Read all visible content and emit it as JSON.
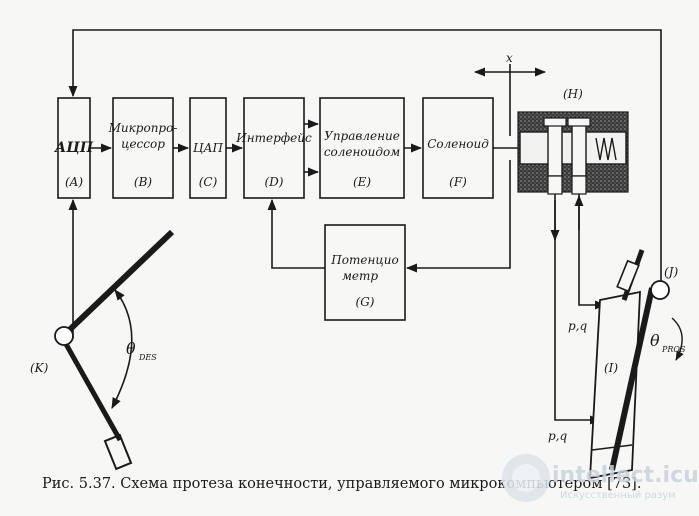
{
  "figure": {
    "caption": "Рис. 5.37. Схема протеза конечности, управляемого микрокомпьютером [73].",
    "blocks": {
      "adc": {
        "line1": "АЦП",
        "tag": "(A)"
      },
      "cpu": {
        "line1": "Микропро-",
        "line2": "цессор",
        "tag": "(B)"
      },
      "dac": {
        "line1": "ЦАП",
        "tag": "(C)"
      },
      "iface": {
        "line1": "Интерфейс",
        "tag": "(D)"
      },
      "ctrl": {
        "line1": "Управление",
        "line2": "соленоидом",
        "tag": "(E)"
      },
      "sol": {
        "line1": "Соленоид",
        "tag": "(F)"
      },
      "pot": {
        "line1": "Потенцио",
        "line2": "метр",
        "tag": "(G)"
      }
    },
    "labels": {
      "x": "x",
      "valve": "(H)",
      "cylinder": "(I)",
      "joint_j": "(J)",
      "joint_k": "(K)",
      "theta_des": "θ",
      "theta_des_sub": "DES",
      "theta_pros": "θ",
      "theta_pros_sub": "PROS",
      "pq_top": "p,q",
      "pq_bottom": "p,q"
    }
  },
  "watermark": {
    "brand": "intellect.icu",
    "tagline": "Искусственный разум"
  },
  "colors": {
    "ink": "#1a1a1a",
    "paper": "#f7f7f5",
    "watermark": "#c9d3da"
  }
}
